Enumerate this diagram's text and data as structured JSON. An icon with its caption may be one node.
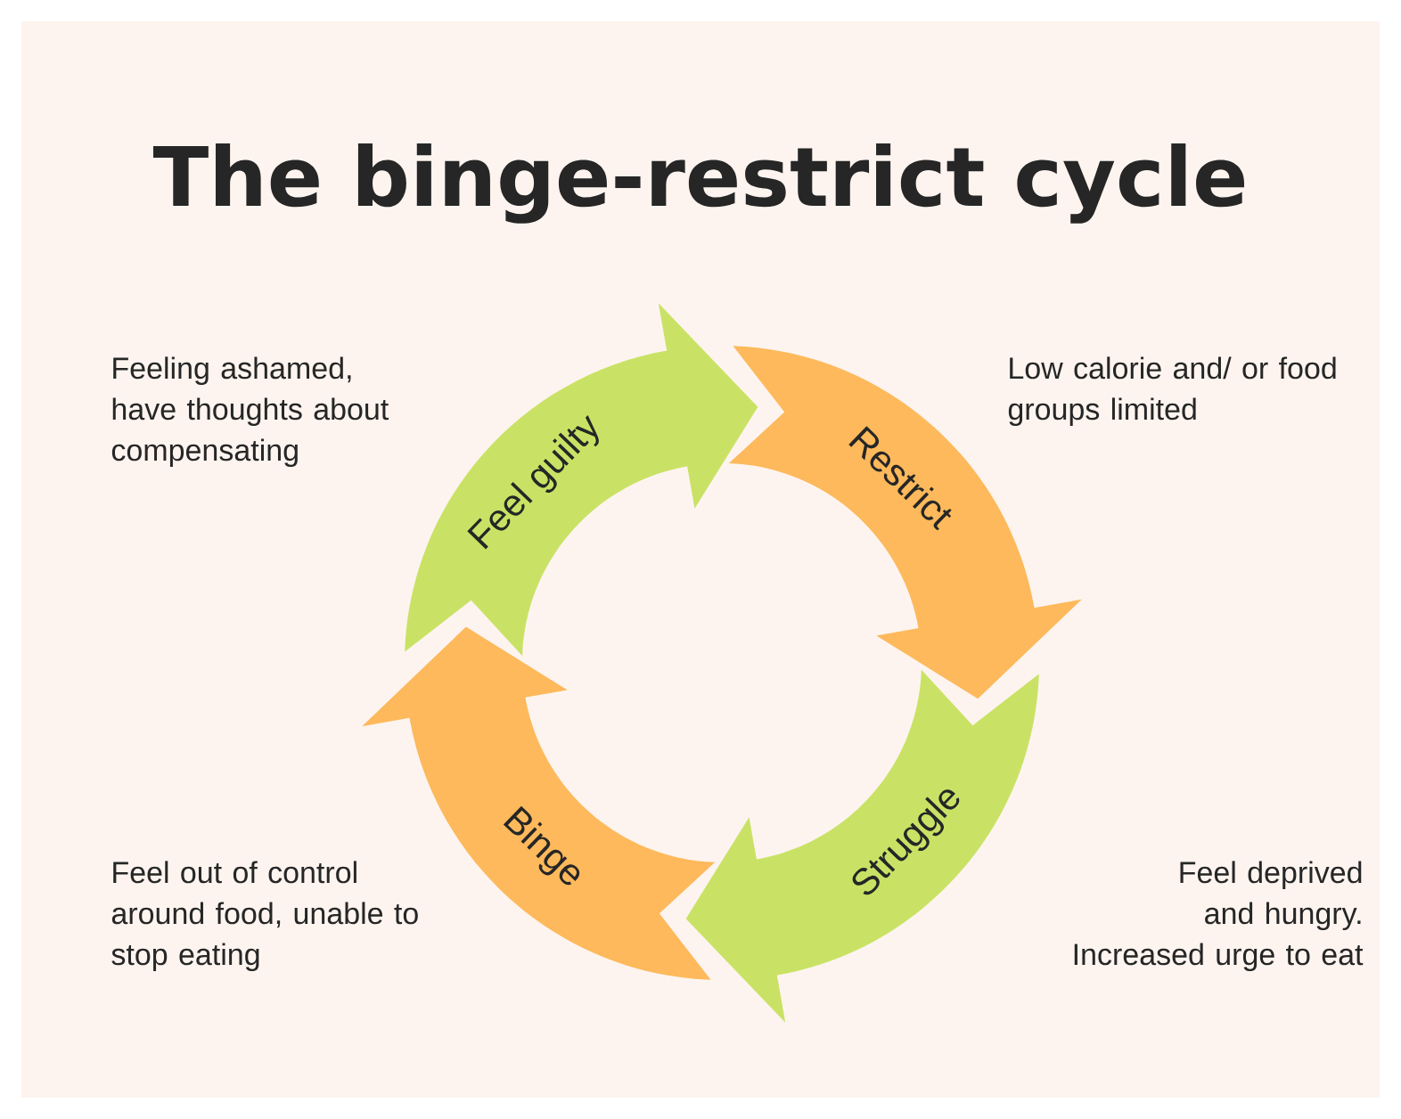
{
  "diagram": {
    "title": "The binge-restrict cycle",
    "nodes": [
      {
        "text": [
          "Feel guilty"
        ],
        "beside": [
          "Feeling ashamed, have thoughts about compensating"
        ]
      },
      {
        "text": [
          "Restrict"
        ],
        "beside": [
          "Low calorie and/ or food groups limited"
        ]
      },
      {
        "text": [
          "Binge"
        ],
        "beside": [
          "Feel out of control around food, unable to stop eating"
        ]
      },
      {
        "text": [
          "Struggle"
        ],
        "beside": [
          "Feel deprived and hungry. Increased urge to eat"
        ]
      }
    ]
  }
}
